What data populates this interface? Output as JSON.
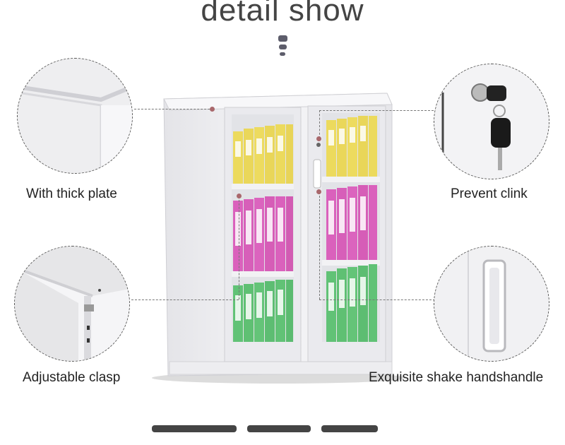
{
  "title": "detail show",
  "details": [
    {
      "id": "thick-plate",
      "label": "With thick plate"
    },
    {
      "id": "prevent-clink",
      "label": "Prevent clink"
    },
    {
      "id": "adjustable-clasp",
      "label": "Adjustable clasp"
    },
    {
      "id": "shake-handle",
      "label": "Exquisite shake handshandle"
    }
  ],
  "colors": {
    "binder_yellow": "#e8d23a",
    "binder_pink": "#d23fae",
    "binder_green": "#3fb558",
    "cabinet": "#f1f1f3",
    "accent": "#a9686c"
  }
}
